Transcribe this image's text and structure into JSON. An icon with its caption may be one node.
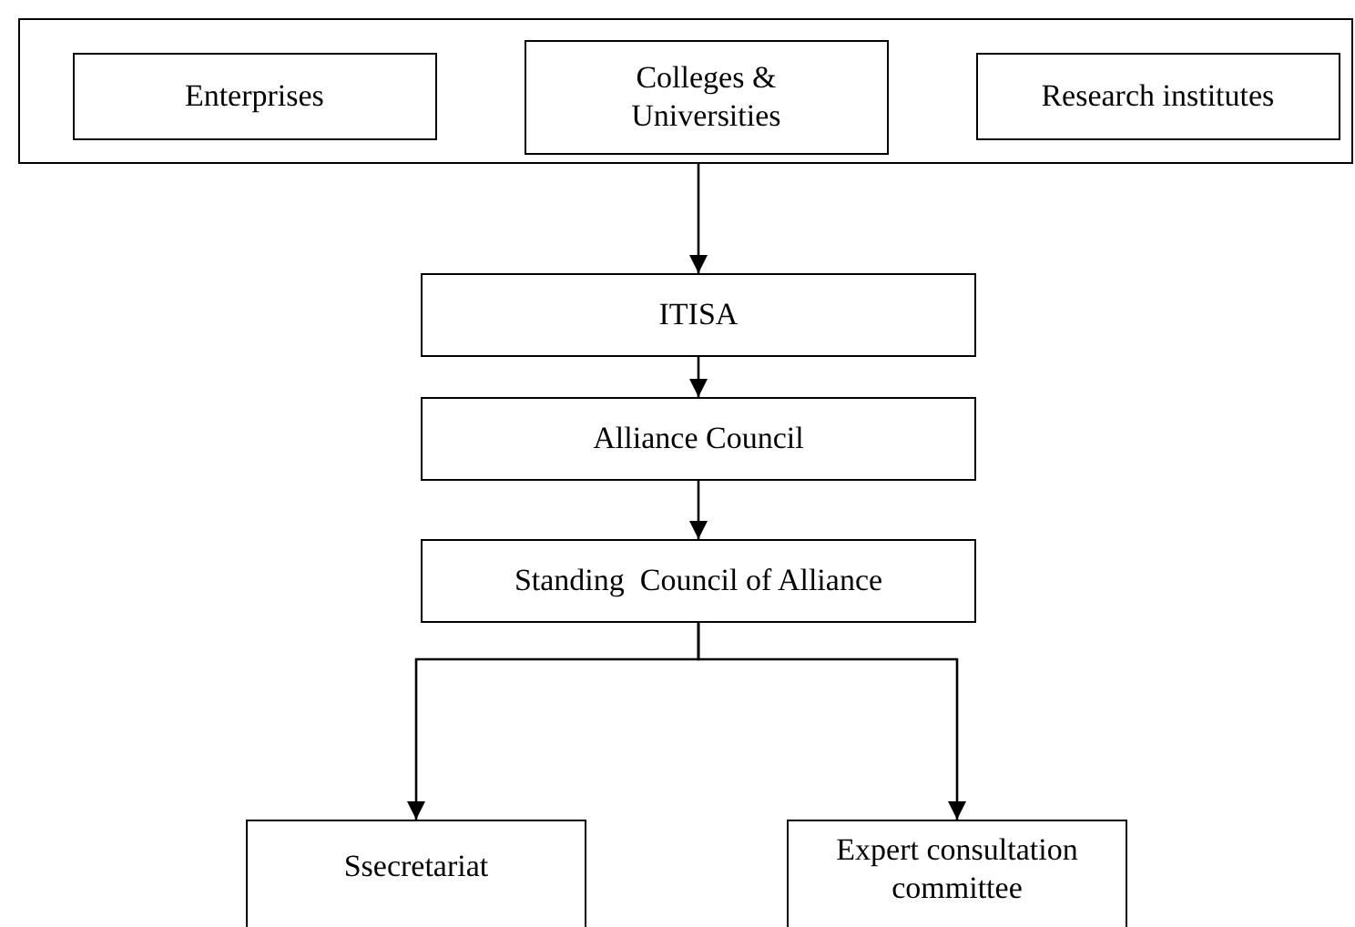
{
  "diagram": {
    "nodes": [
      {
        "text": [],
        "shape": "box"
      },
      {
        "text": [
          "Enterprises"
        ],
        "in": 0
      },
      {
        "text": [
          "Colleges & Universities"
        ],
        "in": 0
      },
      {
        "text": [
          "Research institutes"
        ],
        "in": 0
      },
      {
        "text": [
          "ITISA"
        ]
      },
      {
        "text": [
          "Alliance Council"
        ]
      },
      {
        "text": [
          "Standing  Council of Alliance"
        ]
      },
      {
        "text": [
          "Ssecretariat"
        ]
      },
      {
        "text": [
          "Expert consultation committee"
        ]
      }
    ],
    "edges": [
      {
        "from": 0,
        "to": 4,
        "arrow": "to"
      },
      {
        "from": 4,
        "to": 5,
        "arrow": "to"
      },
      {
        "from": 5,
        "to": 6,
        "arrow": "to"
      },
      {
        "from": 6,
        "to": 7,
        "arrow": "to"
      },
      {
        "from": 6,
        "to": 8,
        "arrow": "to"
      }
    ]
  }
}
